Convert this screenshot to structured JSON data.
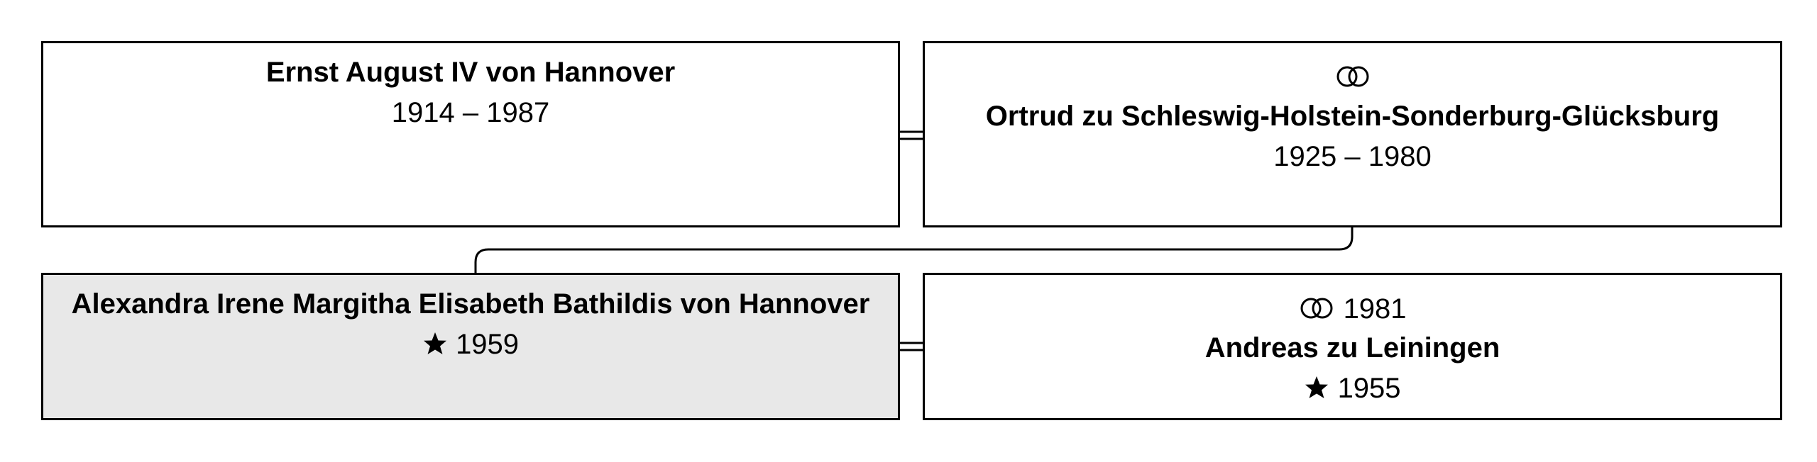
{
  "father": {
    "name": "Ernst August IV von Hannover",
    "dates": "1914 – 1987"
  },
  "mother": {
    "marriage_icon": "rings-icon",
    "name": "Ortrud zu Schleswig-Holstein-Sonderburg-Glücksburg",
    "dates": "1925 – 1980"
  },
  "subject": {
    "name": "Alexandra Irene Margitha Elisabeth Bathildis von Hannover",
    "birth_icon": "star-icon",
    "birth_year": "1959"
  },
  "spouse": {
    "marriage_icon": "rings-icon",
    "marriage_year": "1981",
    "name": "Andreas zu Leiningen",
    "birth_icon": "star-icon",
    "birth_year": "1955"
  },
  "colors": {
    "line": "#000000",
    "highlight_fill": "#e8e8e8",
    "box_fill": "#ffffff"
  }
}
